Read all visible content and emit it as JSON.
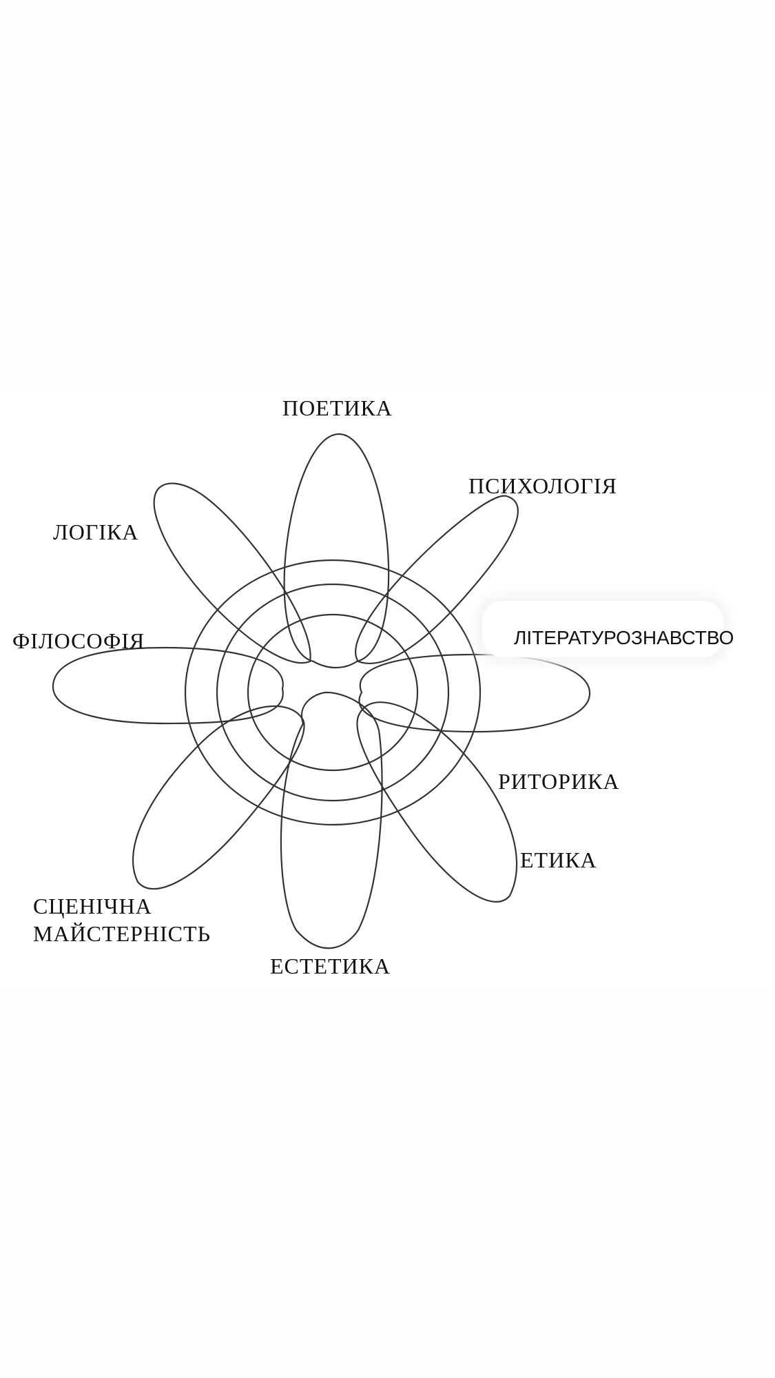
{
  "diagram": {
    "labels": {
      "poetics": "ПОЕТИКА",
      "psychology": "ПСИХОЛОГІЯ",
      "logic": "ЛОГІКА",
      "philosophy": "ФІЛОСОФІЯ",
      "literary_studies": "ЛІТЕРАТУРОЗНАВСТВО",
      "rhetoric": "РИТОРИКА",
      "ethics": "ЕТИКА",
      "stagecraft_line1": "СЦЕНІЧНА",
      "stagecraft_line2": "МАЙСТЕРНІСТЬ",
      "aesthetics": "ЕСТЕТИКА"
    },
    "colors": {
      "stroke": "#333333",
      "text": "#111111",
      "background": "#ffffff"
    }
  }
}
